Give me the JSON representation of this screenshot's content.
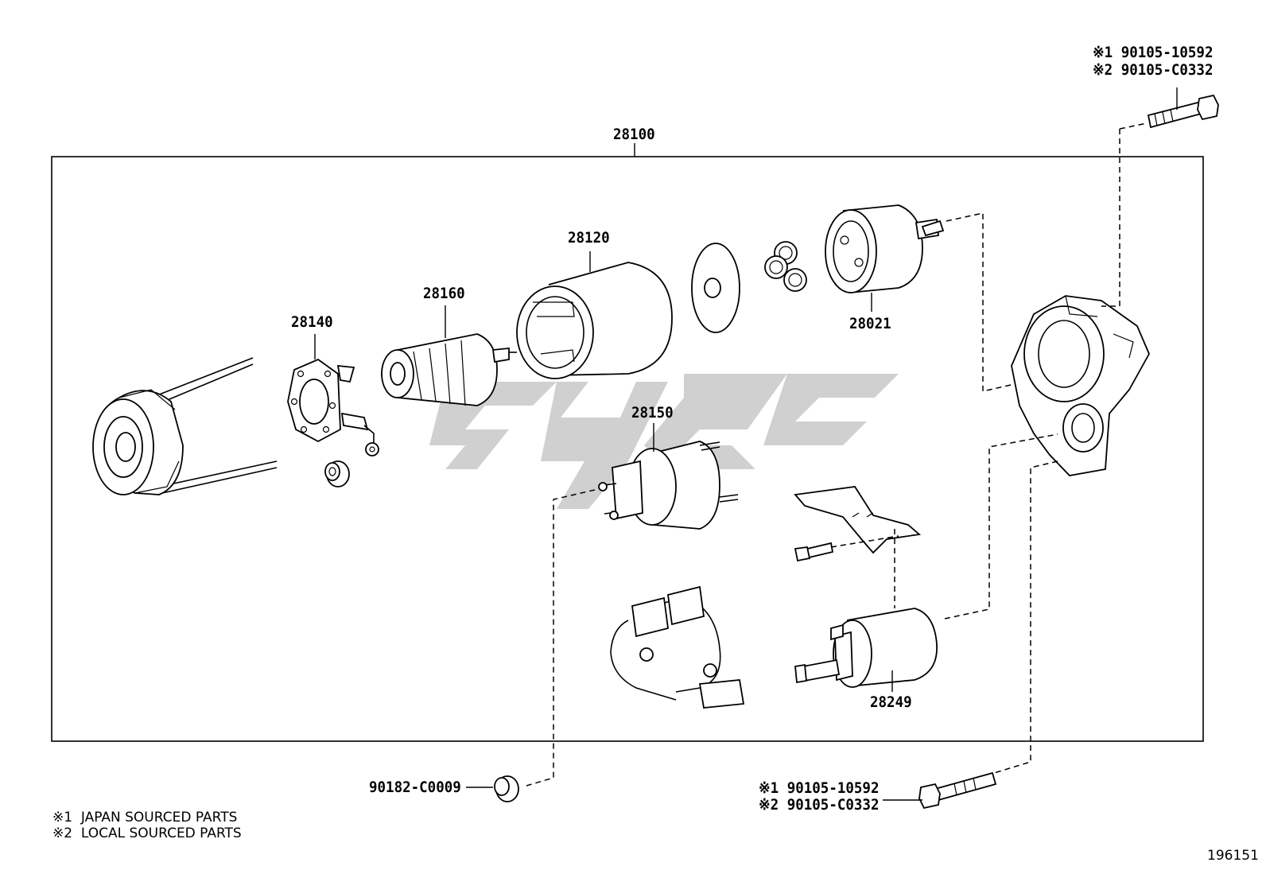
{
  "parts": {
    "assembly": "28100",
    "yoke": "28120",
    "armature": "28160",
    "brush_holder": "28140",
    "solenoid": "28150",
    "pinion_clutch": "28021",
    "magnet_switch": "28249",
    "nut": "90182-C0009"
  },
  "bolts_top": [
    {
      "mark": "※1",
      "number": "90105-10592"
    },
    {
      "mark": "※2",
      "number": "90105-C0332"
    }
  ],
  "bolts_bottom": [
    {
      "mark": "※1",
      "number": "90105-10592"
    },
    {
      "mark": "※2",
      "number": "90105-C0332"
    }
  ],
  "legend": [
    {
      "mark": "※1",
      "text": "JAPAN SOURCED PARTS"
    },
    {
      "mark": "※2",
      "text": "LOCAL SOURCED PARTS"
    }
  ],
  "figure_number": "196151",
  "watermark_color": "#c8c8c8"
}
